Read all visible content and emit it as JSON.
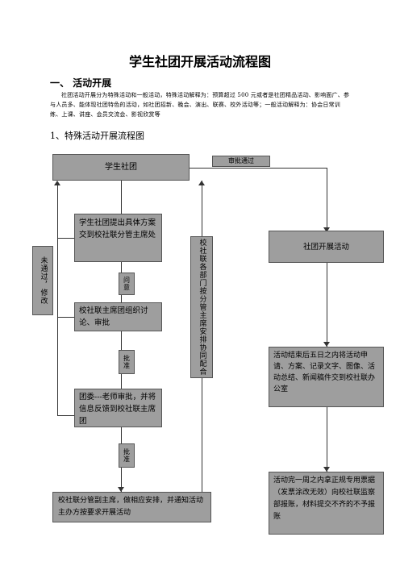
{
  "title": "学生社团开展活动流程图",
  "section_title": "一、 活动开展",
  "intro": "社团活动开展分为特殊活动和一般活动，特殊活动解释为：预算超过 500 元或者是社团精品活动、影响面广、参与人员多、能体现社团特色的活动，如社团招新、晚会、演出、联赛、校外活动等；一般活动解释为：协会日常训练、上课、讲座、会员交流会、影视欣赏等",
  "subtitle": "1、特殊活动开展流程图",
  "flow": {
    "student_club": "学生社团",
    "approved_label": "审批通过",
    "submit": "学生社团提出具体方案交到校社联分管主席处",
    "consult": "问意",
    "discuss": "校社联主席团组织讨论、审批",
    "approve1": "批准",
    "committee": "团委---老师审批，并将信息反馈到校社联主席团",
    "approve2": "批准",
    "notify": "校社联分管副主席，做相应安排，并通知活动主办方按要求开展活动",
    "rejected": "未通过，修改",
    "coordinate": "校社联各部门按分管主席安排协同配合",
    "start": "社团开展活动",
    "within5": "活动结束后五日之内将活动申请、方案、记录文字、图像、活动总结、新闻稿件交到校社联办公室",
    "within7": "活动完一周之内拿正规专用票据（发票涂改无效）向校社联监察部报账，材料提交不齐的不予报账"
  }
}
